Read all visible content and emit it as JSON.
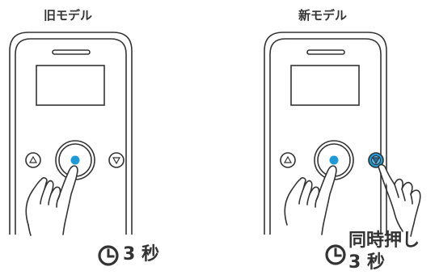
{
  "panels": {
    "old": {
      "title": "旧モデル",
      "caption": "3 秒"
    },
    "new": {
      "title": "新モデル",
      "caption_line1": "同時押し",
      "caption_line2": "3 秒"
    }
  },
  "colors": {
    "outline": "#333333",
    "accent": "#1e9ad6",
    "text": "#333333"
  },
  "icons": {
    "timer": "clock-icon",
    "up": "triangle-up-icon",
    "down": "triangle-down-icon",
    "hand": "pointing-hand-icon"
  }
}
